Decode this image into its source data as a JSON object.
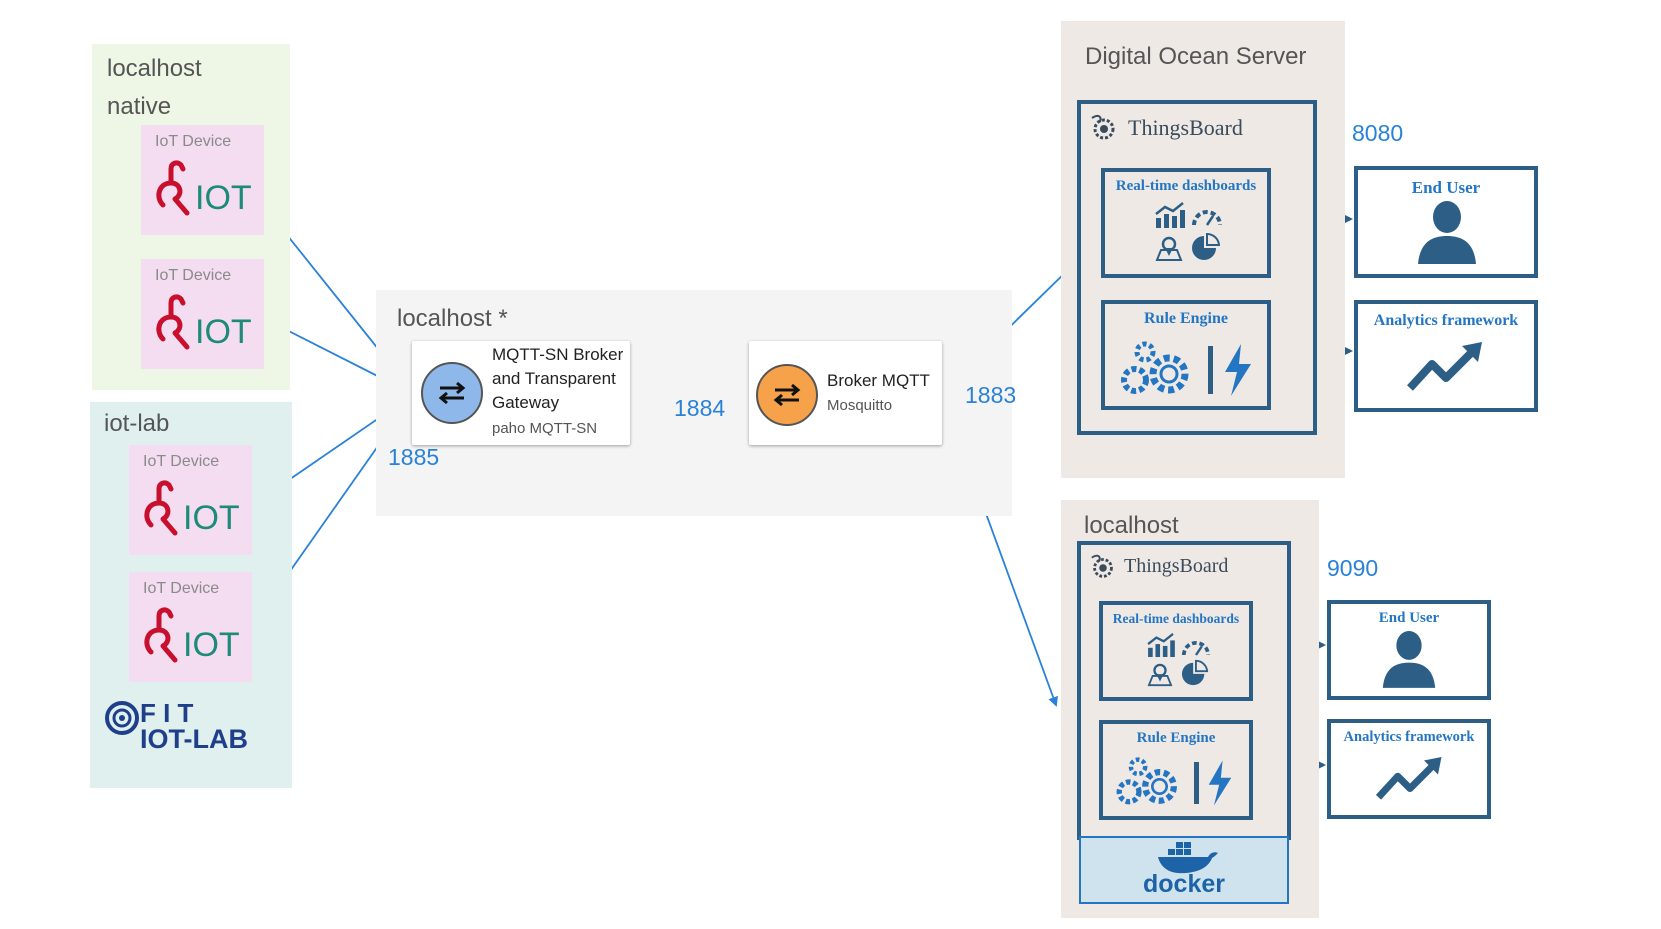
{
  "regions": {
    "native": {
      "label_line1": "localhost",
      "label_line2": "native"
    },
    "iotlab": {
      "label": "iot-lab"
    },
    "center": {
      "label": "localhost *"
    },
    "digital_ocean": {
      "label": "Digital Ocean Server"
    },
    "local_docker": {
      "label": "localhost"
    }
  },
  "device_label": "IoT Device",
  "riot_text": "IOT",
  "fit_logo": {
    "line1": "F I T",
    "line2": "IOT-LAB"
  },
  "gateway": {
    "line1": "MQTT-SN Broker",
    "line2": "and Transparent",
    "line3": "Gateway",
    "sub": "paho MQTT-SN"
  },
  "broker": {
    "title": "Broker MQTT",
    "sub": "Mosquitto"
  },
  "ports": {
    "gateway": "1885",
    "link": "1884",
    "broker": "1883",
    "do_server": "8080",
    "local_server": "9090"
  },
  "thingsboard": {
    "name": "ThingsBoard",
    "dashboards": "Real-time dashboards",
    "rule_engine": "Rule Engine",
    "end_user": "End User",
    "analytics": "Analytics framework"
  },
  "docker_text": "docker",
  "colors": {
    "arrow": "#2a82d8",
    "frame": "#2d5f86",
    "accent": "#2476c3",
    "riot_red": "#c8102e",
    "riot_teal": "#1d8a7a"
  },
  "icons": [
    "exchange-icon",
    "chart-icon",
    "gauge-icon",
    "map-pin-icon",
    "pie-icon",
    "gears-icon",
    "bolt-icon",
    "person-icon",
    "trend-icon",
    "whale-icon"
  ]
}
